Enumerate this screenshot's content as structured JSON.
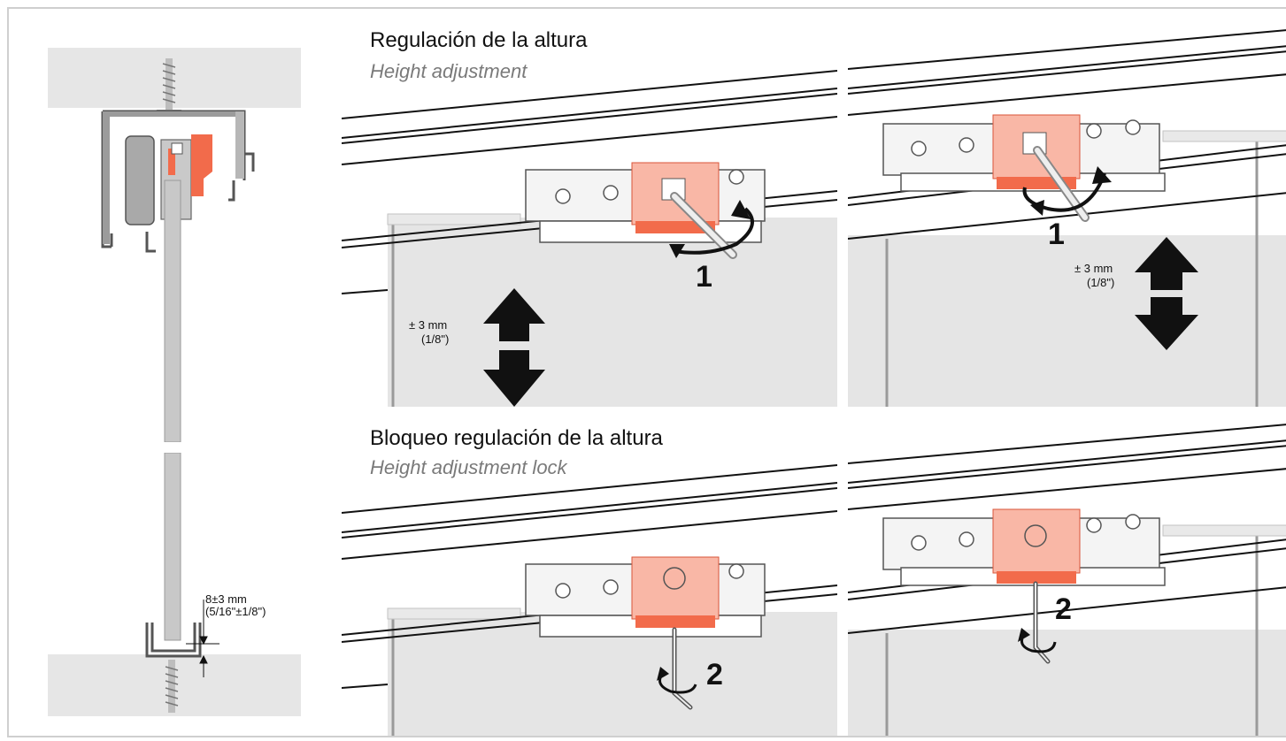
{
  "colors": {
    "accent": "#f26b4b",
    "accent_light": "#f9b7a6",
    "panel_grey": "#e5e5e5",
    "line": "#111111",
    "rail": "#c4c4c4"
  },
  "section_top": {
    "title": "Regulación de la altura",
    "subtitle": "Height adjustment",
    "tolerance_label": "± 3 mm",
    "tolerance_label_imperial": "(1/8\")",
    "step": "1"
  },
  "section_bottom": {
    "title": "Bloqueo regulación de la altura",
    "subtitle": "Height adjustment lock",
    "step": "2"
  },
  "cross_section": {
    "gap_label": "8±3 mm",
    "gap_label_imperial": "(5/16\"±1/8\")"
  }
}
